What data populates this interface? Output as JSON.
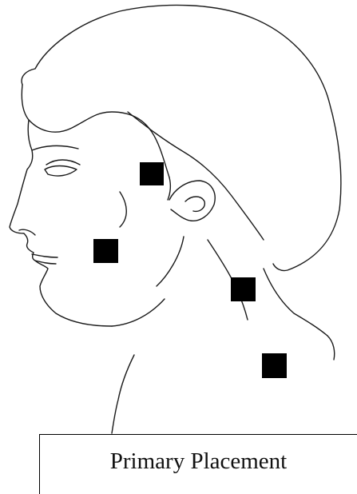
{
  "caption": "Primary Placement",
  "colors": {
    "marker": "#000000",
    "outline": "#1a1a1a"
  },
  "markers": [
    {
      "name": "pad-cheek-upper",
      "location": "upper cheek in front of ear"
    },
    {
      "name": "pad-jaw",
      "location": "lower face near jaw"
    },
    {
      "name": "pad-neck-upper",
      "location": "side of neck"
    },
    {
      "name": "pad-shoulder",
      "location": "base of neck near shoulder"
    }
  ]
}
